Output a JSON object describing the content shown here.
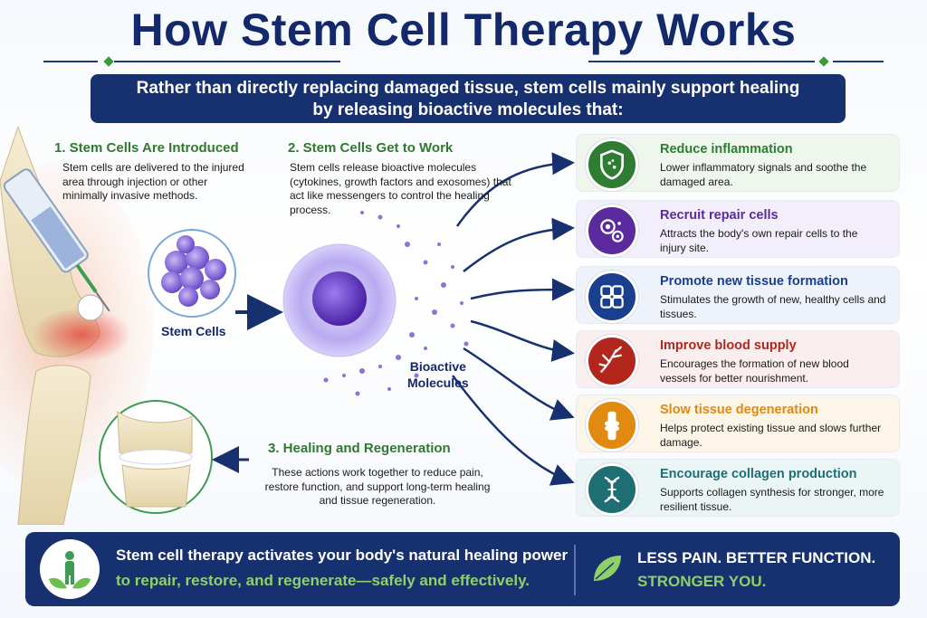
{
  "title": "How Stem Cell Therapy Works",
  "intro": {
    "line1": "Rather than directly replacing damaged tissue, stem cells mainly support healing",
    "line2": "by releasing bioactive molecules that:"
  },
  "steps": [
    {
      "title": "1. Stem Cells Are Introduced",
      "text": "Stem cells are delivered to the injured area through injection or other minimally invasive methods."
    },
    {
      "title": "2. Stem Cells Get to Work",
      "text": "Stem cells release bioactive molecules (cytokines, growth factors and exosomes) that act like messengers to control the healing process."
    },
    {
      "title": "3. Healing and Regeneration",
      "text": "These actions work together to reduce pain, restore function, and support long-term healing and tissue regeneration."
    }
  ],
  "labels": {
    "stem_cells": "Stem Cells",
    "bioactive_1": "Bioactive",
    "bioactive_2": "Molecules"
  },
  "benefits": [
    {
      "title": "Reduce inflammation",
      "text": "Lower inflammatory signals and soothe the damaged area.",
      "color": "#2e7d32",
      "icon": "shield-icon"
    },
    {
      "title": "Recruit repair cells",
      "text": "Attracts the body's own repair cells to the injury site.",
      "color": "#5b2a9e",
      "icon": "cells-icon"
    },
    {
      "title": "Promote new tissue formation",
      "text": "Stimulates the growth of new, healthy cells and tissues.",
      "color": "#1b3f8f",
      "icon": "tissue-grid-icon"
    },
    {
      "title": "Improve blood supply",
      "text": "Encourages the formation of new blood vessels for better nourishment.",
      "color": "#b3261e",
      "icon": "blood-vessel-icon"
    },
    {
      "title": "Slow tissue degeneration",
      "text": "Helps protect existing tissue and slows further damage.",
      "color": "#e08a12",
      "icon": "joint-bone-icon"
    },
    {
      "title": "Encourage collagen production",
      "text": "Supports collagen synthesis for stronger, more resilient tissue.",
      "color": "#1e6e73",
      "icon": "dna-icon"
    }
  ],
  "footer": {
    "line1": "Stem cell therapy activates your body's natural healing power",
    "line2": "to repair, restore, and regenerate—safely and effectively.",
    "slogan1": "LESS PAIN. BETTER FUNCTION.",
    "slogan2": "STRONGER YOU."
  },
  "colors": {
    "navy": "#17306f",
    "green_accent": "#8fd06a",
    "step_green": "#2f7a2f"
  }
}
